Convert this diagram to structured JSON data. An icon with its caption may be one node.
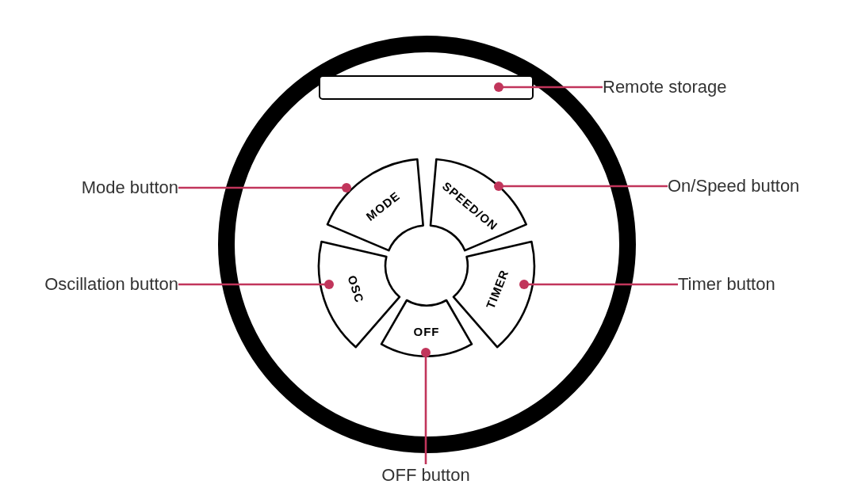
{
  "diagram": {
    "nodes": [
      {
        "text": [],
        "shape": "box"
      },
      {
        "text": [
          "MODE"
        ]
      },
      {
        "text": [
          "SPEED/ON"
        ]
      },
      {
        "text": [
          "OSC"
        ]
      },
      {
        "text": [
          "TIMER"
        ]
      },
      {
        "text": [
          "OFF"
        ]
      },
      {
        "text": [
          "Remote storage"
        ]
      },
      {
        "text": [
          "Mode button"
        ]
      },
      {
        "text": [
          "On/Speed button"
        ]
      },
      {
        "text": [
          "Oscillation button"
        ]
      },
      {
        "text": [
          "Timer button"
        ]
      },
      {
        "text": [
          "OFF button"
        ]
      }
    ],
    "edges": [
      {
        "from": 6,
        "to": 0,
        "arrow": "other"
      },
      {
        "from": 7,
        "to": 1,
        "arrow": "other"
      },
      {
        "from": 8,
        "to": 2,
        "arrow": "other"
      },
      {
        "from": 9,
        "to": 3,
        "arrow": "other"
      },
      {
        "from": 10,
        "to": 4,
        "arrow": "other"
      },
      {
        "from": 11,
        "to": 5,
        "arrow": "other"
      }
    ]
  }
}
